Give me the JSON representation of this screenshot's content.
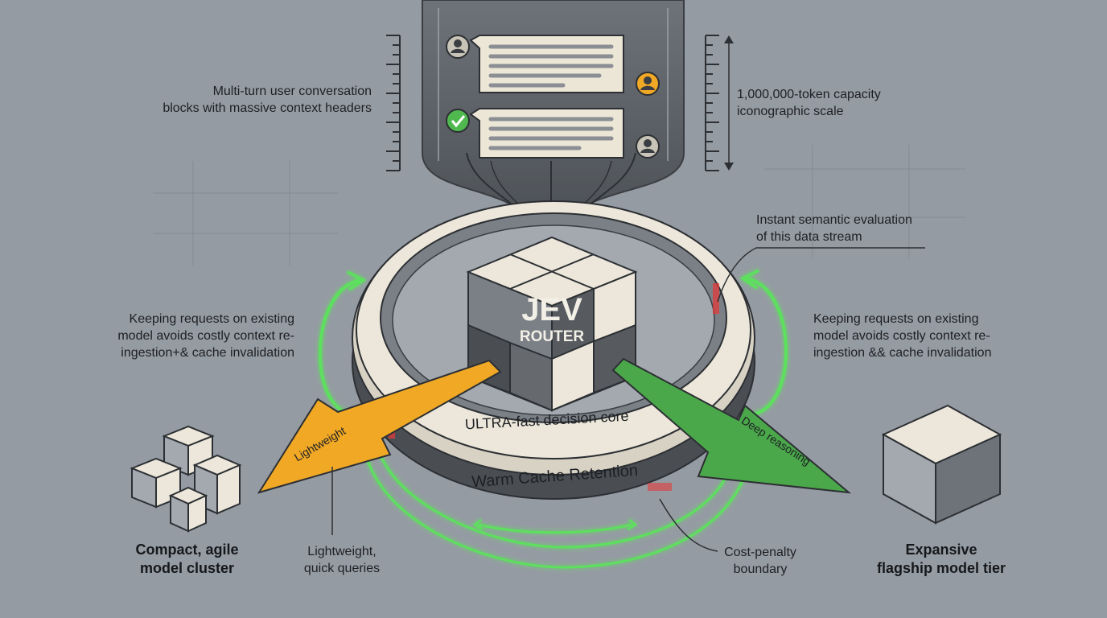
{
  "router": {
    "title": "JEV",
    "subtitle": "ROUTER",
    "core_label": "ULTRA-fast decision core",
    "ring_label": "Warm Cache Retention"
  },
  "labels": {
    "conversation": "Multi-turn user conversation\nblocks with massive context headers",
    "capacity": "1,000,000-token capacity\niconographic scale",
    "semantic": "Instant semantic evaluation\nof this data stream",
    "keep_left": "Keeping requests on existing\nmodel avoids costly context re-\ningestion+& cache invalidation",
    "keep_right": "Keeping requests on existing\nmodel avoids costly context re-\ningestion && cache invalidation",
    "compact": "Compact, agile\nmodel cluster",
    "lightweight_queries": "Lightweight,\nquick queries",
    "cost_penalty": "Cost-penalty\nboundary",
    "expansive": "Expansive\nflagship model tier"
  },
  "arrows": {
    "left": "Lightweight",
    "right": "Deep reasoning"
  },
  "colors": {
    "background": "#959ba3",
    "lightweight_arrow": "#f0a825",
    "deep_arrow": "#4aa84a",
    "glow": "#5de05d",
    "penalty": "#e23a3a",
    "ring": "#ece7da"
  }
}
